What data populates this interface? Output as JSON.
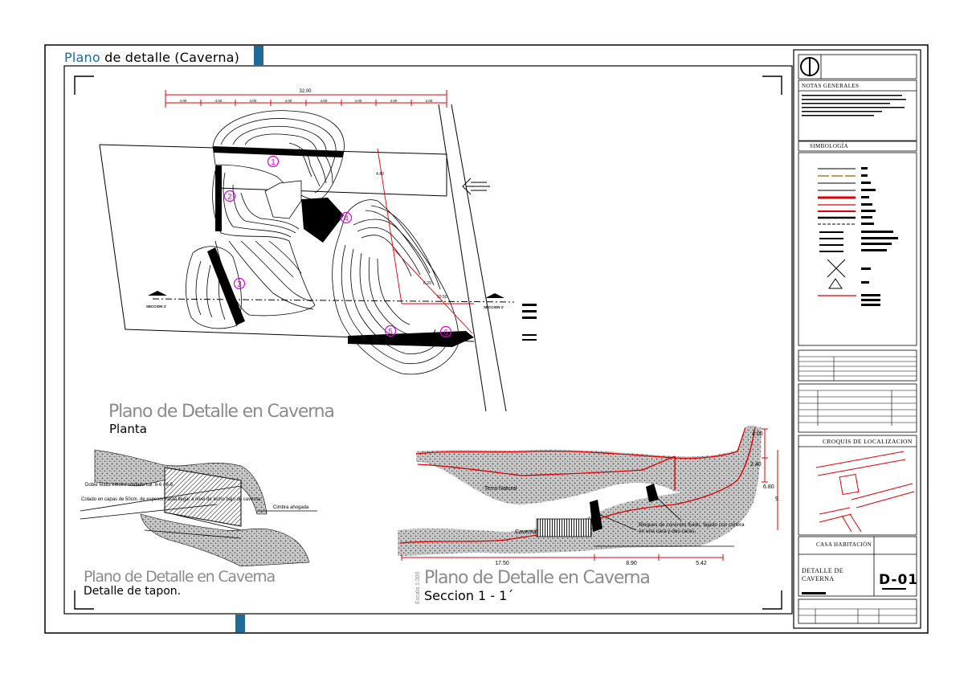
{
  "sheet": {
    "header": {
      "title_first_word": "Plano",
      "title_rest": "de detalle  (Caverna)"
    },
    "plan_view": {
      "title": "Plano de Detalle en Caverna",
      "subtitle": "Planta",
      "overall_dimension": "32.00",
      "sub_dimensions": [
        "4.00",
        "4.00",
        "4.00",
        "4.00",
        "4.00",
        "4.00",
        "4.00",
        "4.00"
      ],
      "markers": [
        "1",
        "2",
        "3",
        "4",
        "5",
        "6"
      ],
      "section_left_label": "SECCION 1'",
      "section_right_label": "SECCION 1'",
      "dims": [
        "4.40",
        "6.20",
        "10.50"
      ]
    },
    "plug_detail": {
      "title": "Plano de Detalle en Caverna",
      "subtitle": "Detalle de tapon.",
      "note_mesh": "Doble Malla electro soldada cal. 6-6 / 6-6.",
      "note_fill": "Colado en capas de 50cm. de espesor hasta llegar a nivel de lecho bajo de caverna.",
      "note_formwork": "Cimbra ahogada"
    },
    "section_view": {
      "title": "Plano de Detalle en Caverna",
      "subtitle": "Seccion 1 - 1´",
      "scale_label": "Escala 1:300",
      "label_terrain": "Terra Natural",
      "label_cavern": "Caverna",
      "note_blocks": "Bloques de concreto fluido, fajado con cimbra en una cara y dos caras.",
      "bottom_dims": [
        "17.50",
        "8.90",
        "5.42"
      ],
      "side_dims": [
        "4.00",
        "2.40",
        "6.80",
        "9."
      ]
    },
    "title_block": {
      "notes_heading": "NOTAS GENERALES",
      "symbology_heading": "SIMBOLOGÍA",
      "location_heading": "CROQUIS DE LOCALIZACION",
      "project_type": "CASA HABITACIÓN",
      "drawing_name": "DETALLE DE CAVERNA",
      "sheet_number": "D-01"
    },
    "colors": {
      "line": "#000000",
      "accent_blue": "#1f6a96",
      "marker": "#e000e0",
      "section_red": "#e00000",
      "title_grey": "#8c8c8c"
    }
  }
}
